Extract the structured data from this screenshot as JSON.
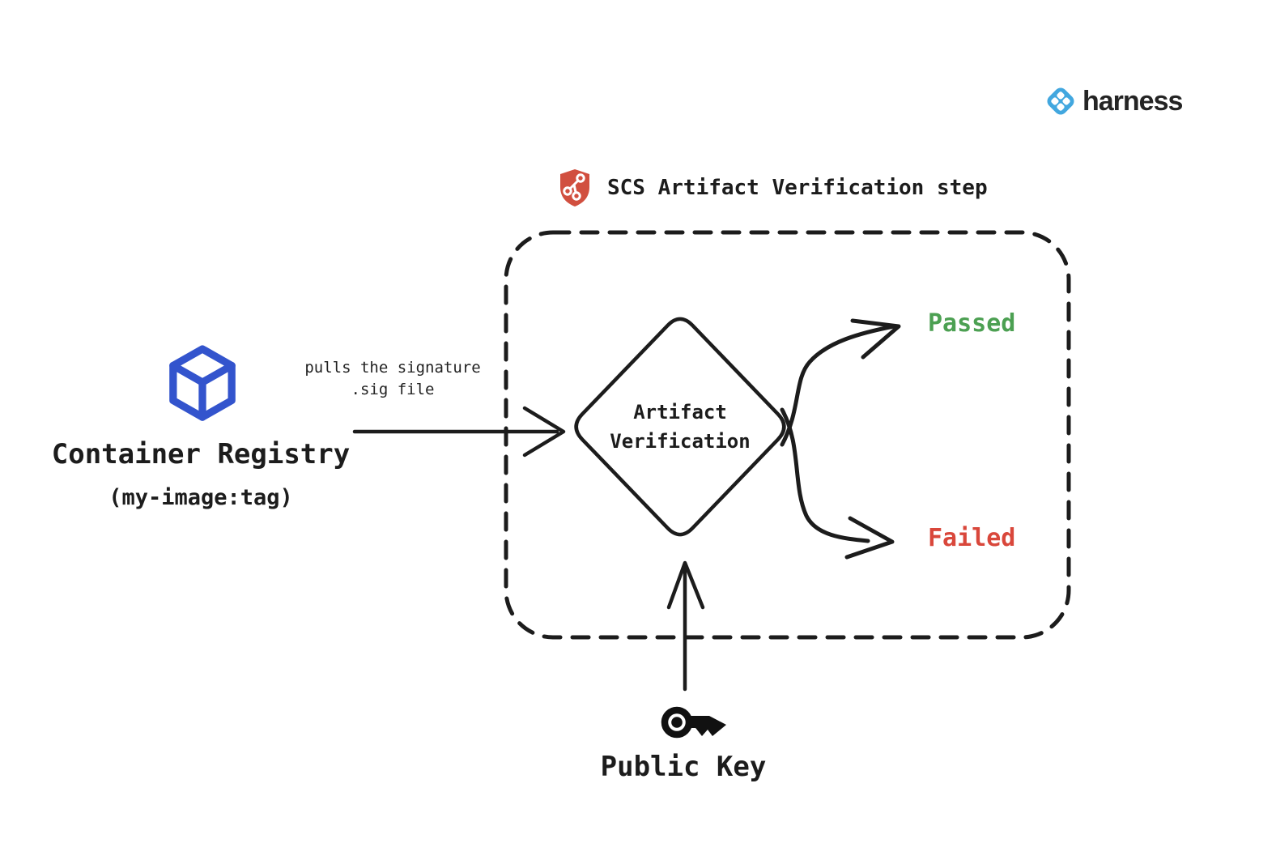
{
  "brand": {
    "name": "harness",
    "icon": "harness-logo-icon",
    "icon_color": "#42a7df",
    "text_color": "#242424"
  },
  "step": {
    "title": "SCS Artifact Verification step",
    "icon": "scs-shield-icon",
    "shield_color": "#d14f3f"
  },
  "container_registry": {
    "label": "Container Registry",
    "sublabel": "(my-image:tag)",
    "icon": "cube-icon",
    "cube_color": "#3354cd"
  },
  "flow": {
    "pull_arrow": {
      "label_line1": "pulls the signature",
      "label_line2": ".sig file"
    },
    "decision": {
      "line1": "Artifact",
      "line2": "Verification"
    },
    "outcomes": {
      "passed": {
        "label": "Passed",
        "color": "#4ca052"
      },
      "failed": {
        "label": "Failed",
        "color": "#d9473b"
      }
    },
    "public_key": {
      "label": "Public Key",
      "icon": "key-icon"
    }
  },
  "colors": {
    "ink": "#1c1c1c",
    "background": "#ffffff"
  }
}
